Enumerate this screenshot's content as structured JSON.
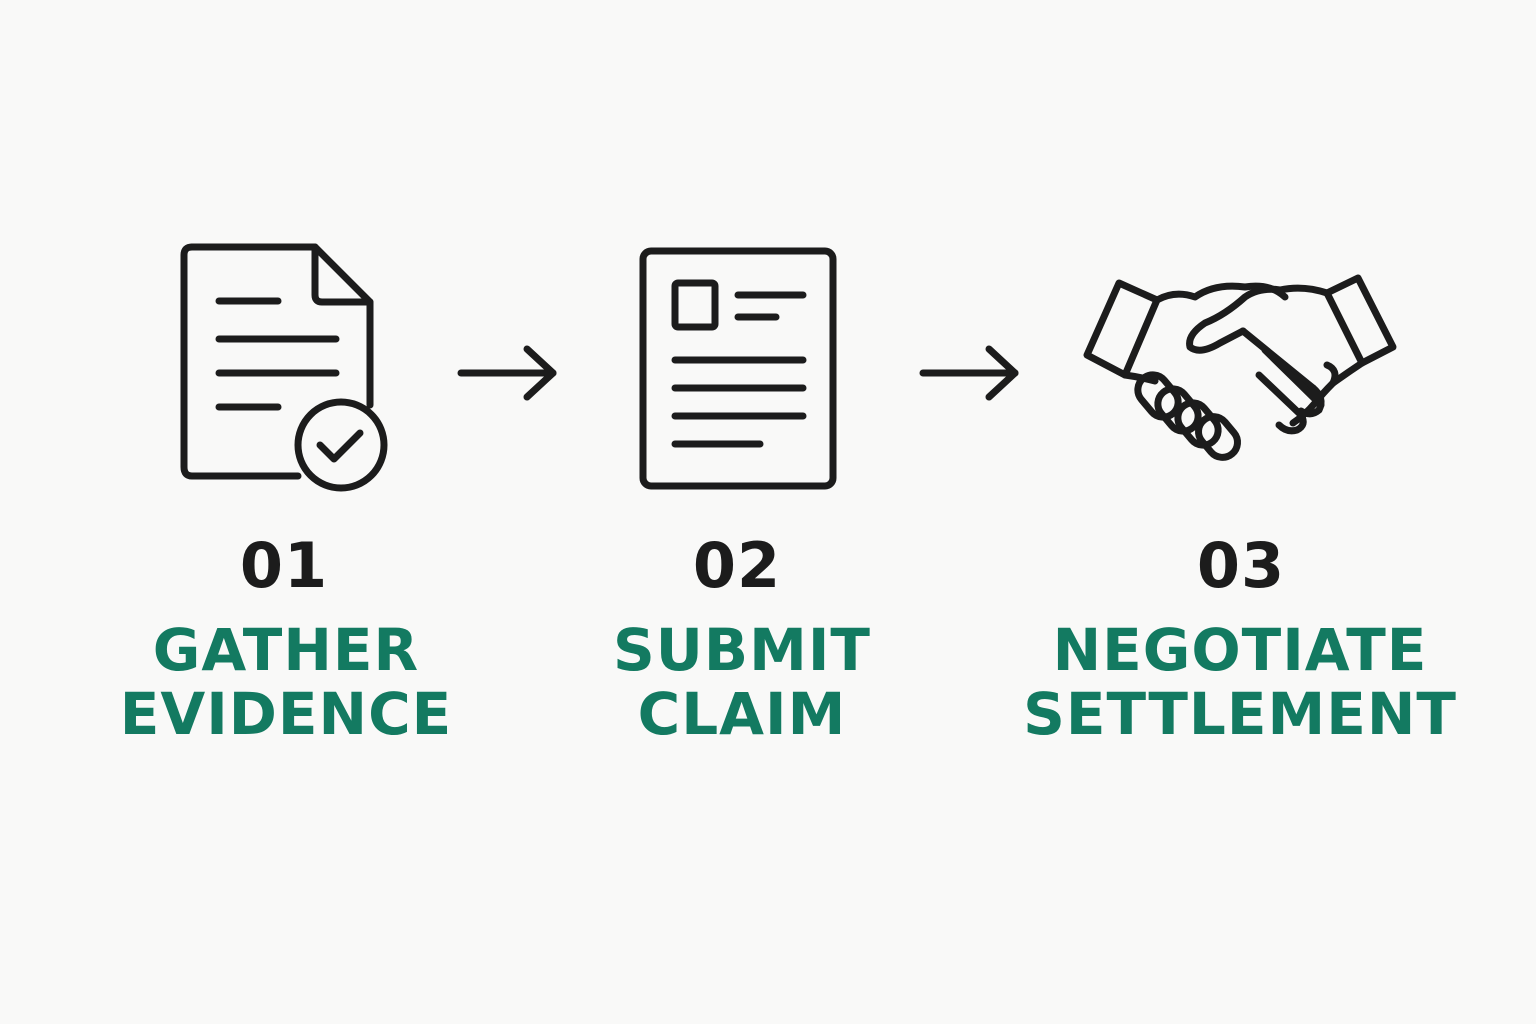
{
  "colors": {
    "background": "#f9f9f8",
    "icon_stroke": "#1c1c1c",
    "number": "#1c1c1c",
    "label": "#137a61"
  },
  "steps": [
    {
      "number": "01",
      "label_line1": "GATHER",
      "label_line2": "EVIDENCE",
      "icon": "document-check-icon"
    },
    {
      "number": "02",
      "label_line1": "SUBMIT",
      "label_line2": "CLAIM",
      "icon": "form-document-icon"
    },
    {
      "number": "03",
      "label_line1": "NEGOTIATE",
      "label_line2": "SETTLEMENT",
      "icon": "handshake-icon"
    }
  ],
  "connectors": [
    {
      "icon": "arrow-right-icon"
    },
    {
      "icon": "arrow-right-icon"
    }
  ]
}
